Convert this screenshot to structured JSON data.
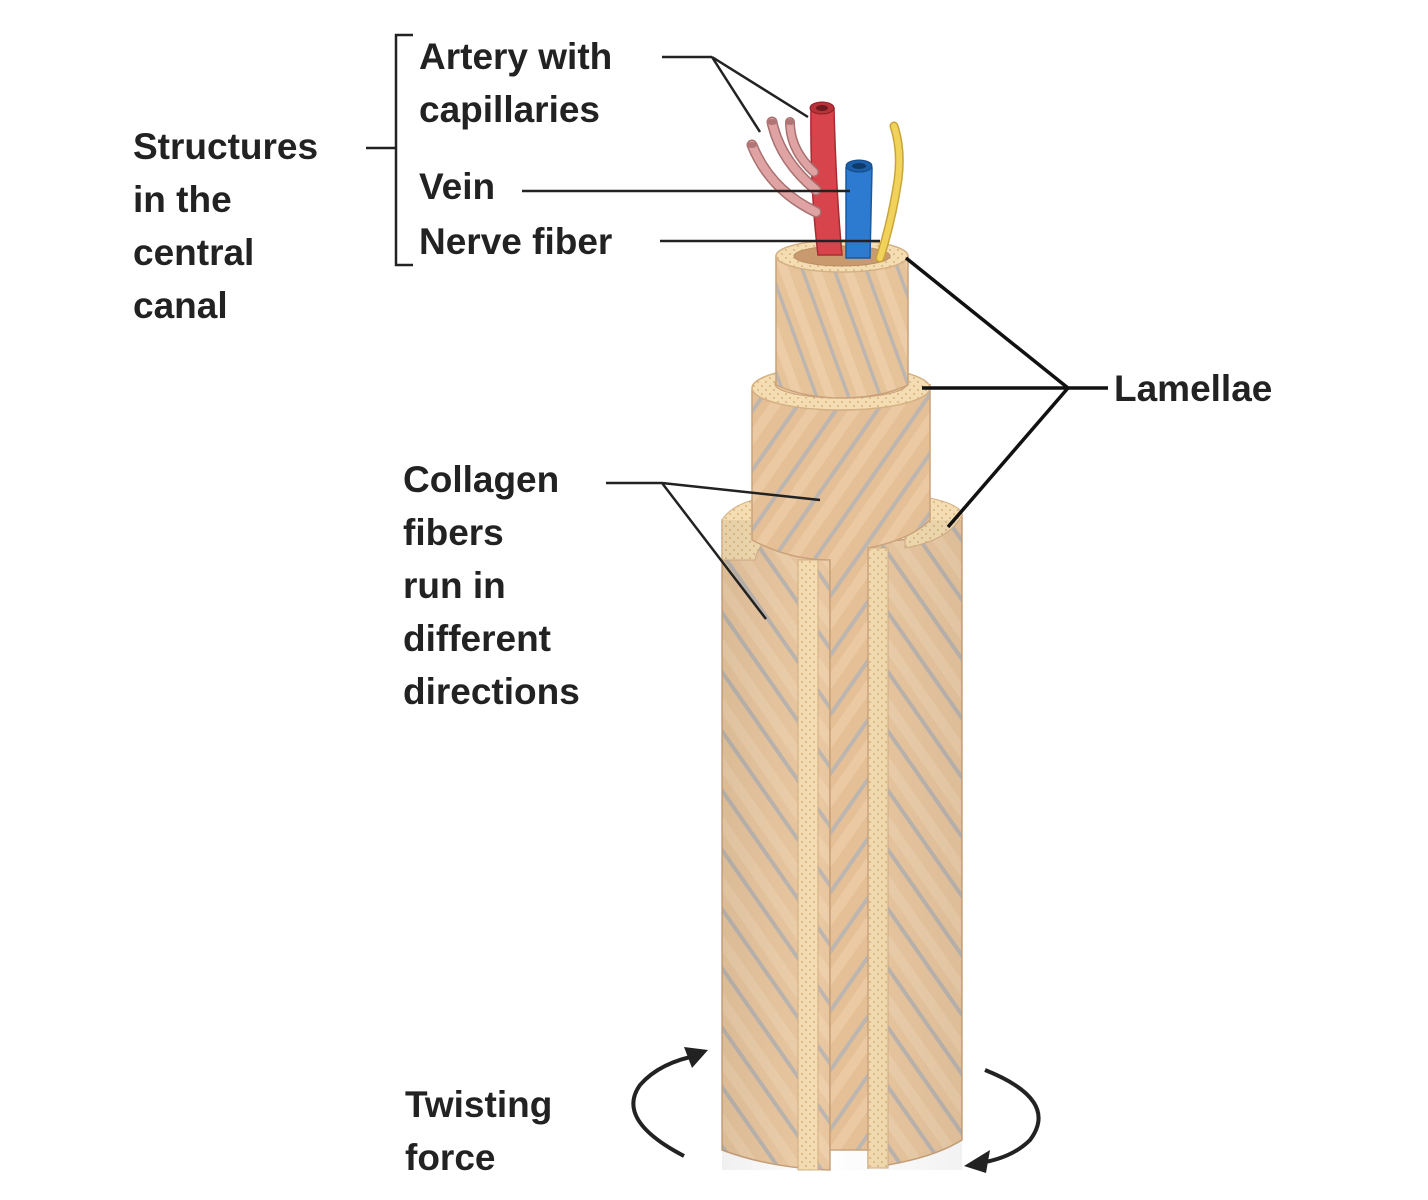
{
  "labels": {
    "structures": [
      "Structures",
      "in the",
      "central",
      "canal"
    ],
    "artery": [
      "Artery with",
      "capillaries"
    ],
    "vein": "Vein",
    "nerve": "Nerve fiber",
    "lamellae": "Lamellae",
    "collagen": [
      "Collagen",
      "fibers",
      "run in",
      "different",
      "directions"
    ],
    "twisting": [
      "Twisting",
      "force"
    ]
  },
  "colors": {
    "bone": "#e8c49c",
    "bone_dark": "#cfa274",
    "fiber_stripe": "#b9b4b0",
    "cut_edge": "#f3dcae",
    "artery": "#d8444c",
    "capillary": "#d99898",
    "vein": "#2c7bd0",
    "nerve": "#f1d25a",
    "leader": "#222222"
  }
}
